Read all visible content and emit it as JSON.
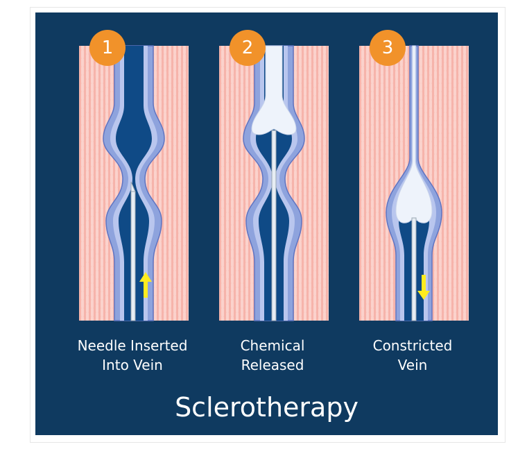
{
  "title": "Sclerotherapy",
  "colors": {
    "background": "#0f3a60",
    "tissue": "#f6b4ab",
    "vein_wall": "#8ea3dd",
    "blood": "#0f4a86",
    "badge": "#f1922a",
    "arrow": "#ffec1f"
  },
  "stages": [
    {
      "number": "1",
      "caption_line1": "Needle Inserted",
      "caption_line2": "Into Vein",
      "arrow_icon": "arrow-up-icon"
    },
    {
      "number": "2",
      "caption_line1": "Chemical",
      "caption_line2": "Released"
    },
    {
      "number": "3",
      "caption_line1": "Constricted",
      "caption_line2": "Vein",
      "arrow_icon": "arrow-down-icon"
    }
  ]
}
